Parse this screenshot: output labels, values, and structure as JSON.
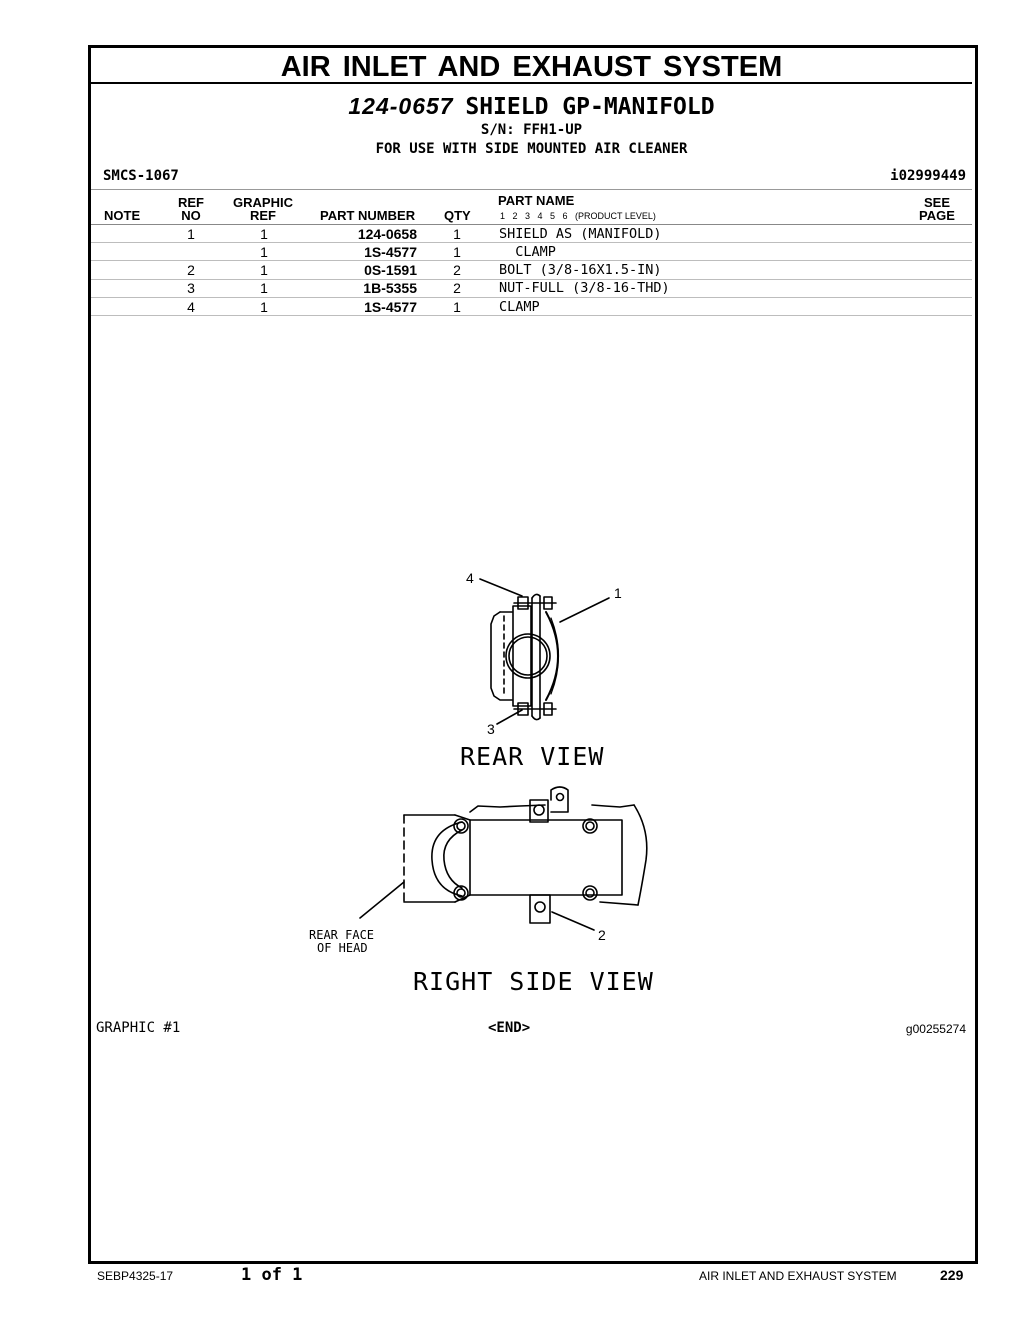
{
  "section_title": "AIR INLET AND EXHAUST SYSTEM",
  "part": {
    "number": "124-0657",
    "name": "SHIELD GP-MANIFOLD",
    "serial": "S/N: FFH1-UP",
    "usage": "FOR USE WITH SIDE MOUNTED AIR CLEANER"
  },
  "smcs": "SMCS-1067",
  "info_id": "i02999449",
  "table": {
    "headers": {
      "note": "NOTE",
      "ref_no_1": "REF",
      "ref_no_2": "NO",
      "graphic_ref_1": "GRAPHIC",
      "graphic_ref_2": "REF",
      "part_number": "PART NUMBER",
      "qty": "QTY",
      "part_name": "PART NAME",
      "product_levels": "1   2   3   4   5   6   (PRODUCT LEVEL)",
      "see_page_1": "SEE",
      "see_page_2": "PAGE"
    },
    "rows": [
      {
        "note": "",
        "ref_no": "1",
        "graphic_ref": "1",
        "part_number": "124-0658",
        "qty": "1",
        "part_name": "SHIELD AS (MANIFOLD)",
        "see_page": ""
      },
      {
        "note": "",
        "ref_no": "",
        "graphic_ref": "1",
        "part_number": "1S-4577",
        "qty": "1",
        "part_name": "  CLAMP",
        "see_page": ""
      },
      {
        "note": "",
        "ref_no": "2",
        "graphic_ref": "1",
        "part_number": "0S-1591",
        "qty": "2",
        "part_name": "BOLT (3/8-16X1.5-IN)",
        "see_page": ""
      },
      {
        "note": "",
        "ref_no": "3",
        "graphic_ref": "1",
        "part_number": "1B-5355",
        "qty": "2",
        "part_name": "NUT-FULL (3/8-16-THD)",
        "see_page": ""
      },
      {
        "note": "",
        "ref_no": "4",
        "graphic_ref": "1",
        "part_number": "1S-4577",
        "qty": "1",
        "part_name": "CLAMP",
        "see_page": ""
      }
    ]
  },
  "drawing": {
    "callouts": [
      "4",
      "1",
      "3",
      "2"
    ],
    "rear_view_label": "REAR VIEW",
    "rear_face_label_1": "REAR FACE",
    "rear_face_label_2": "OF HEAD",
    "right_side_view_label": "RIGHT SIDE VIEW"
  },
  "graphic_label": "GRAPHIC #1",
  "end_marker": "<END>",
  "graphic_id": "g00255274",
  "footer": {
    "doc_number": "SEBP4325-17",
    "page_of": "1 of 1",
    "section": "AIR INLET AND EXHAUST SYSTEM",
    "page_number": "229"
  }
}
